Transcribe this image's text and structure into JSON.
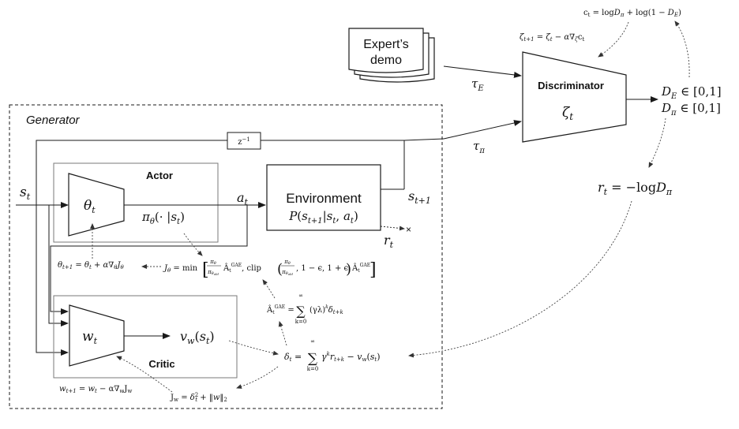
{
  "colors": {
    "stroke": "#1a1a1a",
    "box_border": "#7a7a7a",
    "text": "#111111"
  },
  "expert_demo": {
    "line1": "Expert’s",
    "line2": "demo"
  },
  "discriminator": {
    "title": "Discriminator",
    "param": "ζt"
  },
  "generator": {
    "title": "Generator"
  },
  "actor": {
    "title": "Actor",
    "param": "θt",
    "policy": "πθ(· |st)"
  },
  "critic": {
    "title": "Critic",
    "param": "wt",
    "value": "vw(st)"
  },
  "environment": {
    "title": "Environment",
    "transition": "P(st+1|st, at)"
  },
  "delay": {
    "label": "z⁻¹"
  },
  "signals": {
    "tau_E": "τE",
    "tau_pi": "τπ",
    "s_t": "st",
    "a_t": "at",
    "s_t1": "st+1",
    "r_t_env": "rt",
    "discard": "×",
    "D_E": "DE ∈ [0,1]",
    "D_pi": "Dπ ∈ [0,1]"
  },
  "equations": {
    "cost": "ct = logDπ + log(1 − DE)",
    "zeta_update": "ζt+1 = ζt − α∇ζct",
    "reward": "rt = −logDπ",
    "theta_update": "θt+1 = θt + α∇θJθ",
    "J_theta": "Jθ = min[ πθ/πθold ÂtGAE, clip( πθ/πθold , 1 − ϵ, 1 + ϵ) ÂtGAE ]",
    "gae": "ÂtGAE = Σk=0..∞ (γλ)k δt+k",
    "delta": "δt = Σk=0..∞ γk rt+k − vw(st)",
    "w_update": "wt+1 = wt − α∇wJw",
    "J_w": "Jw = δt² + ‖w‖2"
  }
}
